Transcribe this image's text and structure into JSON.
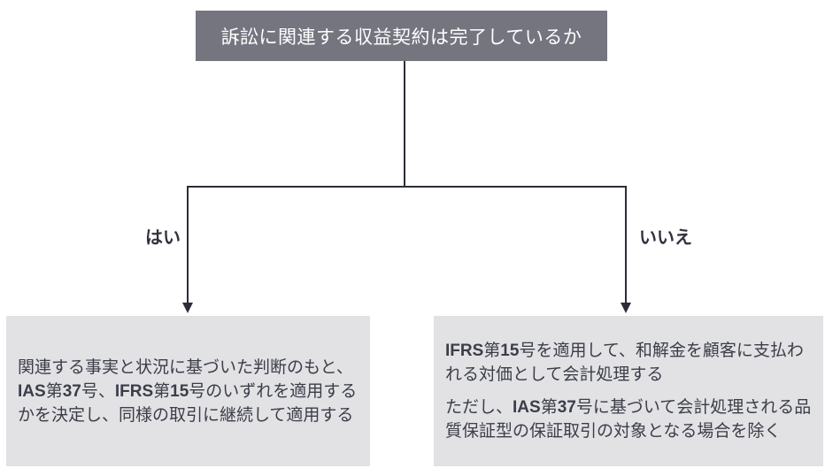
{
  "diagram": {
    "root_question": "訴訟に関連する収益契約は完了しているか",
    "branches": [
      {
        "label": "はい",
        "paragraphs": [
          [
            {
              "t": "関連する事実と状況に基づいた判断のもと、",
              "b": false
            },
            {
              "t": "IAS",
              "b": true
            },
            {
              "t": "第",
              "b": false
            },
            {
              "t": "37",
              "b": true
            },
            {
              "t": "号、",
              "b": false
            },
            {
              "t": "IFRS",
              "b": true
            },
            {
              "t": "第",
              "b": false
            },
            {
              "t": "15",
              "b": true
            },
            {
              "t": "号のいずれを適用するかを決定し、同様の取引に継続して適用する",
              "b": false
            }
          ]
        ]
      },
      {
        "label": "いいえ",
        "paragraphs": [
          [
            {
              "t": "IFRS",
              "b": true
            },
            {
              "t": "第",
              "b": false
            },
            {
              "t": "15",
              "b": true
            },
            {
              "t": "号を適用して、和解金を顧客に支払われる対価として会計処理する",
              "b": false
            }
          ],
          [
            {
              "t": "ただし、",
              "b": false
            },
            {
              "t": "IAS",
              "b": true
            },
            {
              "t": "第",
              "b": false
            },
            {
              "t": "37",
              "b": true
            },
            {
              "t": "号に基づいて会計処理される品質保証型の保証取引の対象となる場合を除く",
              "b": false
            }
          ]
        ]
      }
    ],
    "colors": {
      "root_box_bg": "#74757f",
      "root_box_text": "#ffffff",
      "result_box_bg": "#e2e2e5",
      "result_box_text": "#3b3e48",
      "connector_line": "#2b2e39",
      "label_text": "#30333e"
    }
  }
}
